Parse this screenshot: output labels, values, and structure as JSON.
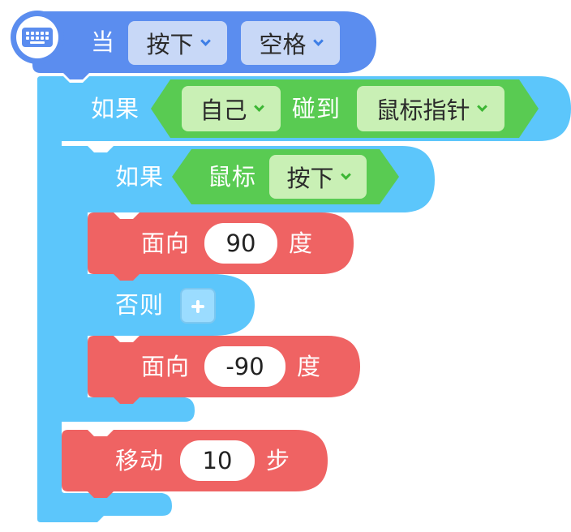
{
  "hat": {
    "when_label": "当",
    "action_value": "按下",
    "key_value": "空格",
    "icon": "keyboard-icon"
  },
  "if_outer": {
    "keyword": "如果",
    "target_value": "自己",
    "touch_label": "碰到",
    "object_value": "鼠标指针"
  },
  "if_inner": {
    "keyword": "如果",
    "mouse_label": "鼠标",
    "state_value": "按下"
  },
  "face_a": {
    "label": "面向",
    "value": "90",
    "unit": "度"
  },
  "else": {
    "label": "否则",
    "icon": "plus-icon"
  },
  "face_b": {
    "label": "面向",
    "value": "-90",
    "unit": "度"
  },
  "move": {
    "label": "移动",
    "value": "10",
    "unit": "步"
  },
  "colors": {
    "hat_blue": "#5b8def",
    "control_blue": "#5cc6fb",
    "sensing_green": "#59cb52",
    "motion_red": "#ef6363",
    "dropdown_blue": "#c8d8f7",
    "dropdown_green": "#c9f0b5"
  }
}
